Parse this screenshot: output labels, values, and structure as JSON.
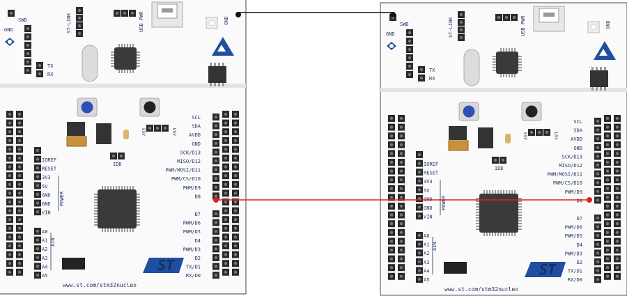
{
  "boards": [
    {
      "id": "left",
      "top_labels": {
        "gnd": "GND",
        "swd": "SWD",
        "stlink": "ST-LINK",
        "usb_pwr": "USB PWR",
        "gnd_corner": "GND",
        "tx": "TX",
        "rx": "RX"
      },
      "mid_labels": {
        "e5v": "E5V",
        "u5v": "U5V",
        "idd": "IDD"
      },
      "power_labels": [
        "IOREF",
        "RESET",
        "3V3",
        "5V",
        "GND",
        "GND",
        "VIN"
      ],
      "power_title": "POWER",
      "analog_labels": [
        "A0",
        "A1",
        "A2",
        "A3",
        "A4",
        "A5"
      ],
      "analog_title": "AIN",
      "digital_labels": [
        "SCL",
        "SDA",
        "AVDD",
        "GND",
        "SCK/D13",
        "MISO/D12",
        "PWM/MOSI/D11",
        "PWM/CS/D10",
        "PWM/D9",
        "D8",
        "D7",
        "PWM/D6",
        "PWM/D5",
        "D4",
        "PWM/D3",
        "D2",
        "TX/D1",
        "RX/D0"
      ],
      "url": "www.st.com/stm32nucleo",
      "logo": "ST"
    },
    {
      "id": "right",
      "top_labels": {
        "gnd": "GND",
        "swd": "SWD",
        "stlink": "ST-LINK",
        "usb_pwr": "USB PWR",
        "gnd_corner": "GND",
        "tx": "TX",
        "rx": "RX"
      },
      "mid_labels": {
        "e5v": "E5V",
        "u5v": "U5V",
        "idd": "IDD"
      },
      "power_labels": [
        "IOREF",
        "RESET",
        "3V3",
        "5V",
        "GND",
        "GND",
        "VIN"
      ],
      "power_title": "POWER",
      "analog_labels": [
        "A0",
        "A1",
        "A2",
        "A3",
        "A4",
        "A5"
      ],
      "analog_title": "AIN",
      "digital_labels": [
        "SCL",
        "SDA",
        "AVDD",
        "GND",
        "SCK/D13",
        "MISO/D12",
        "PWM/MOSI/D11",
        "PWM/CS/D10",
        "PWM/D9",
        "D8",
        "D7",
        "PWM/D6",
        "PWM/D5",
        "D4",
        "PWM/D3",
        "D2",
        "TX/D1",
        "RX/D0"
      ],
      "url": "www.st.com/stm32nucleo",
      "logo": "ST"
    }
  ],
  "wires": [
    {
      "name": "gnd-wire",
      "from": "left.GND",
      "to": "right.GND",
      "color": "#111111"
    },
    {
      "name": "d8-wire",
      "from": "left.D8",
      "to": "right.D8",
      "color": "#e02020"
    }
  ],
  "colors": {
    "board": "#fafafa",
    "pin": "#2a2a2a",
    "pin_hole": "#777777",
    "text": "#1b2f5e",
    "st_blue": "#1e4fa0",
    "button_blue": "#2d4fb8"
  }
}
